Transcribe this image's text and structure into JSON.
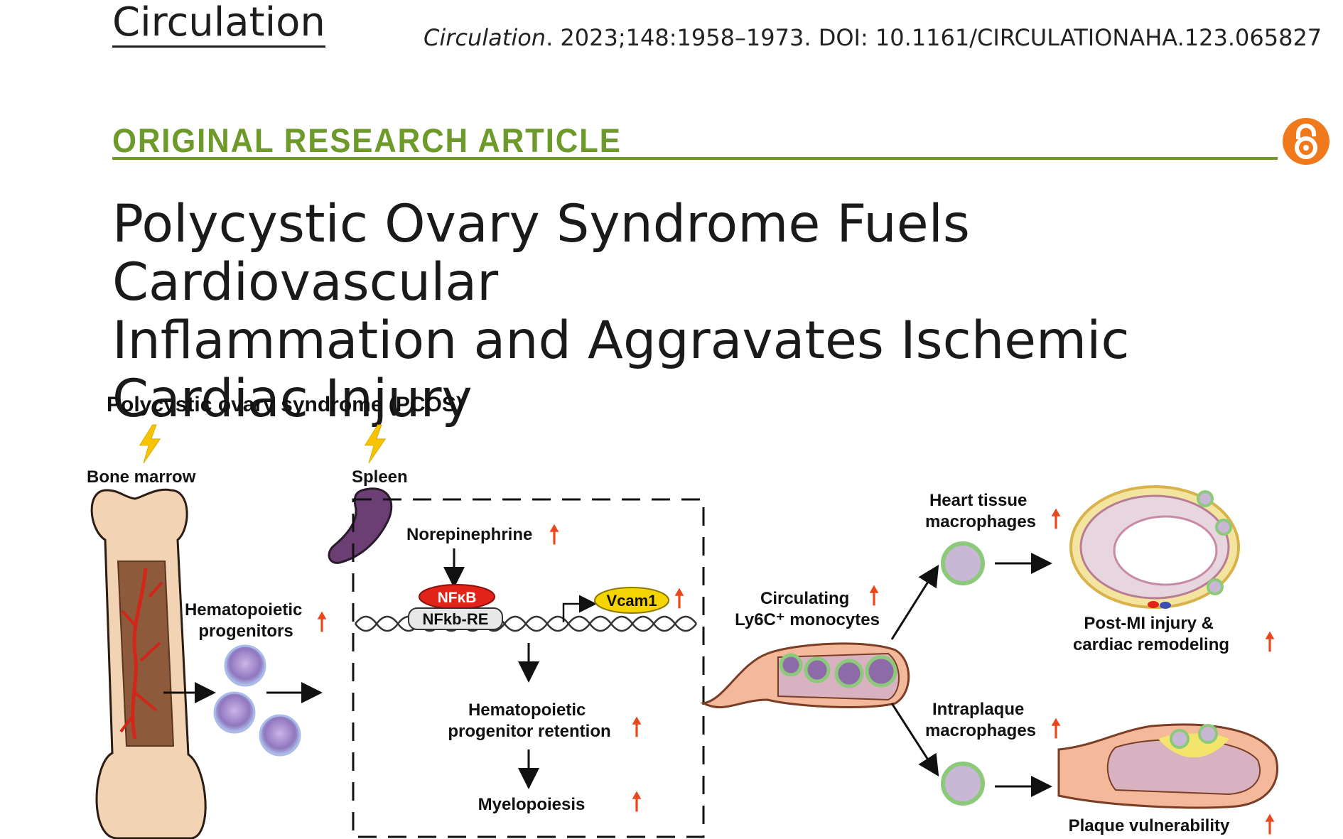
{
  "header": {
    "journal": "Circulation",
    "citation_journal": "Circulation",
    "citation_rest": ". 2023;148:1958–1973. DOI: 10.1161/CIRCULATIONAHA.123.065827"
  },
  "section_label": "ORIGINAL RESEARCH ARTICLE",
  "title_lines": [
    "Polycystic Ovary Syndrome Fuels Cardiovascular",
    "Inflammation and Aggravates Ischemic",
    "Cardiac Injury"
  ],
  "figure": {
    "heading": "Polycystic ovary syndrome (PCOS)",
    "bone_marrow": "Bone marrow",
    "spleen": "Spleen",
    "hematopoietic_progenitors": [
      "Hematopoietic",
      "progenitors"
    ],
    "norepinephrine": "Norepinephrine",
    "nfkb": "NFκB",
    "nfkb_re": "NFkb-RE",
    "vcam1": "Vcam1",
    "progenitor_retention": [
      "Hematopoietic",
      "progenitor retention"
    ],
    "myelopoiesis": "Myelopoiesis",
    "circulating_monocytes": [
      "Circulating",
      "Ly6C⁺ monocytes"
    ],
    "heart_macrophages": [
      "Heart tissue",
      "macrophages"
    ],
    "post_mi": [
      "Post-MI injury &",
      "cardiac remodeling"
    ],
    "intraplaque_macrophages": [
      "Intraplaque",
      "macrophages"
    ],
    "plaque_vulnerability": "Plaque vulnerability"
  },
  "colors": {
    "section_green": "#6e9a2c",
    "increase_arrow": "#e8481b",
    "open_access_orange": "#f07a1b",
    "nfkb_red": "#e2231a",
    "vcam1_yellow": "#f5d400",
    "lightning_yellow": "#f6c400"
  },
  "icons": [
    "open-access-icon",
    "lightning-icon",
    "up-arrow-icon"
  ]
}
